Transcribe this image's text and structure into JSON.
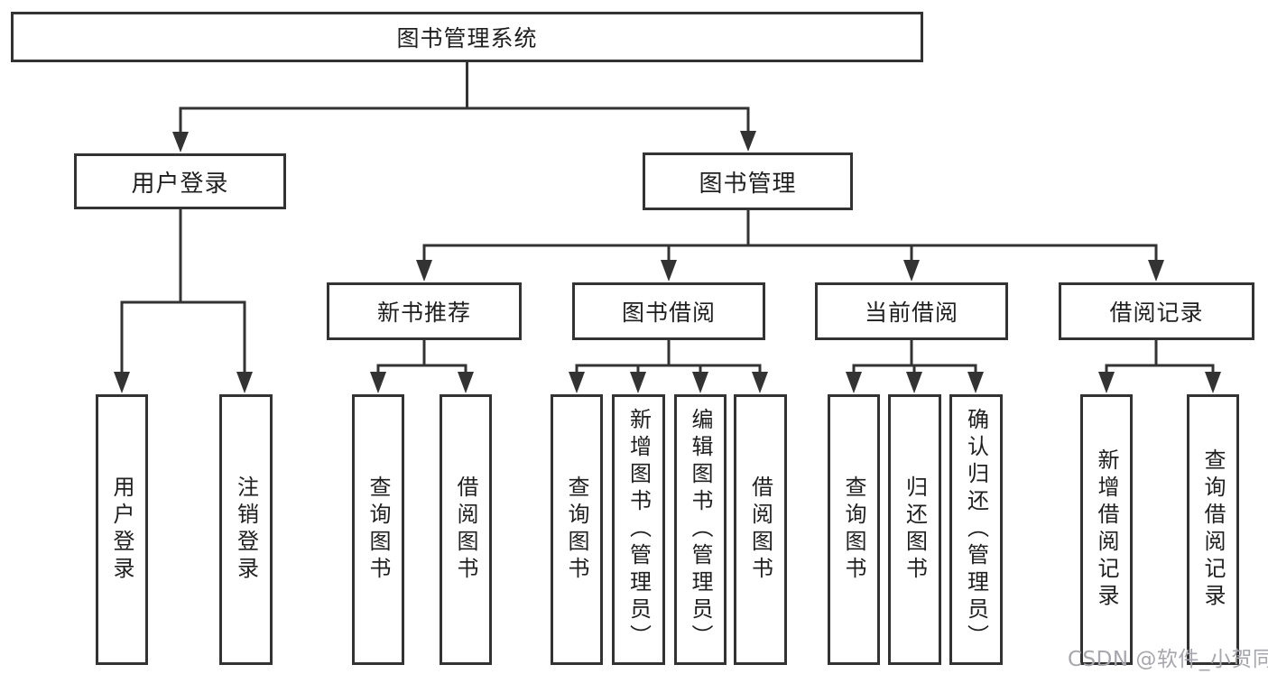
{
  "colors": {
    "line": "#333333",
    "box_border": "#333333",
    "text": "#1f1f1f",
    "background": "#ffffff",
    "watermark": "#a6a6ae"
  },
  "watermark": {
    "text": "CSDN @软件_小贺同学"
  },
  "tree": {
    "label": "图书管理系统",
    "children": [
      {
        "label": "用户登录",
        "children": [
          {
            "label": "用户登录"
          },
          {
            "label": "注销登录"
          }
        ]
      },
      {
        "label": "图书管理",
        "children": [
          {
            "label": "新书推荐",
            "children": [
              {
                "label": "查询图书"
              },
              {
                "label": "借阅图书"
              }
            ]
          },
          {
            "label": "图书借阅",
            "children": [
              {
                "label": "查询图书"
              },
              {
                "label": "新增图书（管理员）"
              },
              {
                "label": "编辑图书（管理员）"
              },
              {
                "label": "借阅图书"
              }
            ]
          },
          {
            "label": "当前借阅",
            "children": [
              {
                "label": "查询图书"
              },
              {
                "label": "归还图书"
              },
              {
                "label": "确认归还（管理员）"
              }
            ]
          },
          {
            "label": "借阅记录",
            "children": [
              {
                "label": "新增借阅记录"
              },
              {
                "label": "查询借阅记录"
              }
            ]
          }
        ]
      }
    ]
  }
}
